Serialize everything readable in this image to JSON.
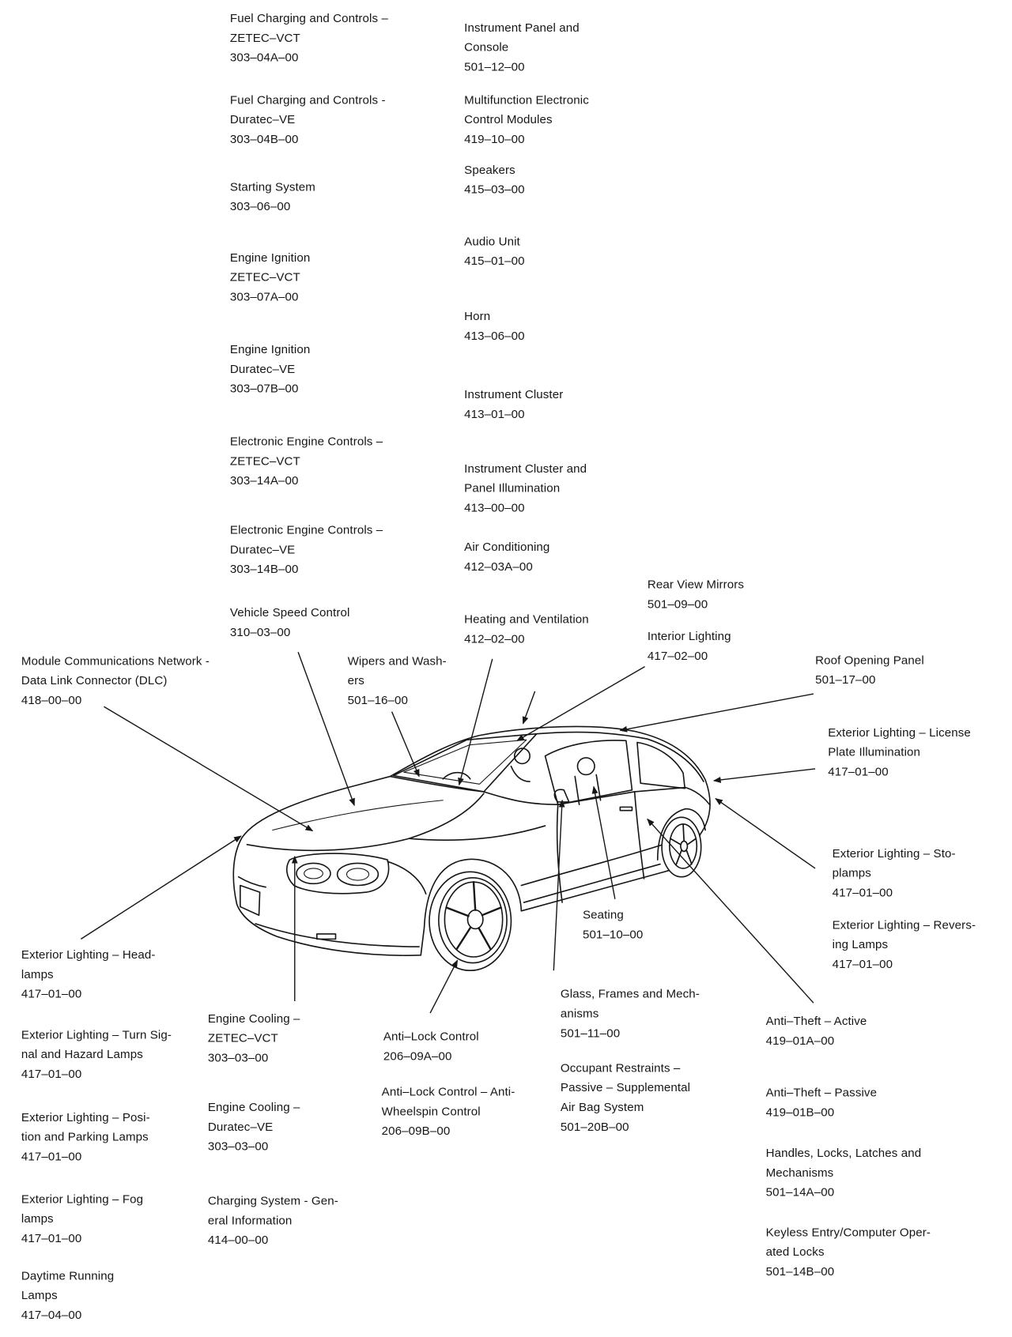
{
  "callouts": [
    {
      "lines": [
        "Fuel Charging and Controls –",
        "ZETEC–VCT"
      ],
      "code": "303–04A–00"
    },
    {
      "lines": [
        "Fuel Charging and Controls -",
        "Duratec–VE"
      ],
      "code": "303–04B–00"
    },
    {
      "lines": [
        "Starting System"
      ],
      "code": "303–06–00"
    },
    {
      "lines": [
        "Engine Ignition",
        "ZETEC–VCT"
      ],
      "code": "303–07A–00"
    },
    {
      "lines": [
        "Engine Ignition",
        "Duratec–VE"
      ],
      "code": "303–07B–00"
    },
    {
      "lines": [
        "Electronic Engine Controls –",
        "ZETEC–VCT"
      ],
      "code": "303–14A–00"
    },
    {
      "lines": [
        "Electronic Engine Controls –",
        "Duratec–VE"
      ],
      "code": "303–14B–00"
    },
    {
      "lines": [
        "Vehicle Speed Control"
      ],
      "code": "310–03–00"
    },
    {
      "lines": [
        "Instrument Panel and",
        "Console"
      ],
      "code": "501–12–00"
    },
    {
      "lines": [
        "Multifunction Electronic",
        "Control Modules"
      ],
      "code": "419–10–00"
    },
    {
      "lines": [
        "Speakers"
      ],
      "code": "415–03–00"
    },
    {
      "lines": [
        "Audio Unit"
      ],
      "code": "415–01–00"
    },
    {
      "lines": [
        "Horn"
      ],
      "code": "413–06–00"
    },
    {
      "lines": [
        "Instrument Cluster"
      ],
      "code": "413–01–00"
    },
    {
      "lines": [
        "Instrument Cluster and",
        "Panel Illumination"
      ],
      "code": "413–00–00"
    },
    {
      "lines": [
        "Air Conditioning"
      ],
      "code": "412–03A–00"
    },
    {
      "lines": [
        "Heating and Ventilation"
      ],
      "code": "412–02–00"
    },
    {
      "lines": [
        "Rear View Mirrors"
      ],
      "code": "501–09–00"
    },
    {
      "lines": [
        "Interior Lighting"
      ],
      "code": "417–02–00"
    },
    {
      "lines": [
        "Roof Opening Panel"
      ],
      "code": "501–17–00"
    },
    {
      "lines": [
        "Exterior Lighting – License",
        "Plate Illumination"
      ],
      "code": "417–01–00"
    },
    {
      "lines": [
        "Exterior Lighting – Sto-",
        "plamps"
      ],
      "code": "417–01–00"
    },
    {
      "lines": [
        "Exterior Lighting – Revers-",
        "ing Lamps"
      ],
      "code": "417–01–00"
    },
    {
      "lines": [
        "Module Communications Network -",
        "Data Link Connector (DLC)"
      ],
      "code": "418–00–00"
    },
    {
      "lines": [
        "Wipers and Wash-",
        "ers"
      ],
      "code": "501–16–00"
    },
    {
      "lines": [
        "Exterior Lighting – Head-",
        "lamps"
      ],
      "code": "417–01–00"
    },
    {
      "lines": [
        "Exterior Lighting – Turn Sig-",
        "nal and Hazard Lamps"
      ],
      "code": "417–01–00"
    },
    {
      "lines": [
        "Exterior Lighting – Posi-",
        "tion and Parking Lamps"
      ],
      "code": "417–01–00"
    },
    {
      "lines": [
        "Exterior Lighting – Fog",
        "lamps"
      ],
      "code": "417–01–00"
    },
    {
      "lines": [
        "Daytime Running",
        "Lamps"
      ],
      "code": "417–04–00"
    },
    {
      "lines": [
        "Engine Cooling –",
        "ZETEC–VCT"
      ],
      "code": "303–03–00"
    },
    {
      "lines": [
        "Engine Cooling –",
        "Duratec–VE"
      ],
      "code": "303–03–00"
    },
    {
      "lines": [
        "Charging System - Gen-",
        "eral Information"
      ],
      "code": "414–00–00"
    },
    {
      "lines": [
        "Anti–Lock Control"
      ],
      "code": "206–09A–00"
    },
    {
      "lines": [
        "Anti–Lock Control – Anti-",
        "Wheelspin Control"
      ],
      "code": "206–09B–00"
    },
    {
      "lines": [
        "Seating"
      ],
      "code": "501–10–00"
    },
    {
      "lines": [
        "Glass, Frames and Mech-",
        "anisms"
      ],
      "code": "501–11–00"
    },
    {
      "lines": [
        "Occupant Restraints –",
        "Passive – Supplemental",
        "Air Bag System"
      ],
      "code": "501–20B–00"
    },
    {
      "lines": [
        "Anti–Theft – Active"
      ],
      "code": "419–01A–00"
    },
    {
      "lines": [
        "Anti–Theft – Passive"
      ],
      "code": "419–01B–00"
    },
    {
      "lines": [
        "Handles, Locks, Latches and",
        "Mechanisms"
      ],
      "code": "501–14A–00"
    },
    {
      "lines": [
        "Keyless Entry/Computer Oper-",
        "ated Locks"
      ],
      "code": "501–14B–00"
    }
  ],
  "colors": {
    "ink": "#161616",
    "paper": "#ffffff"
  }
}
